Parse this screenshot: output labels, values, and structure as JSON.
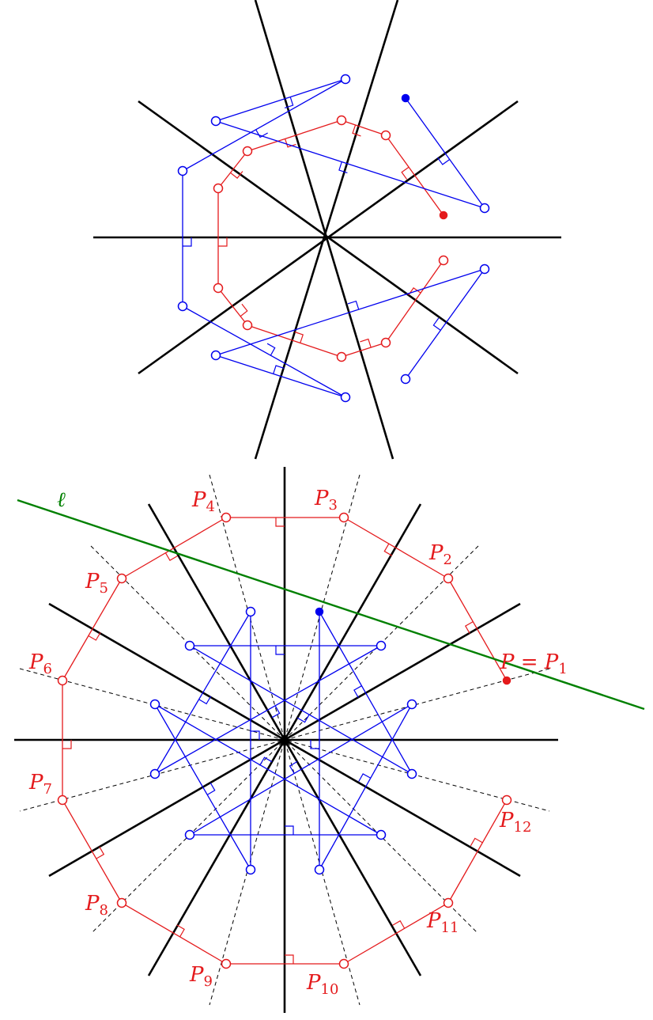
{
  "colors": {
    "mirror": "#000000",
    "red": "#e41a1c",
    "blue": "#0000ee",
    "green": "#008000"
  },
  "labels": {
    "line_l": "ℓ",
    "points": [
      {
        "main": "P = P",
        "sub": "1"
      },
      {
        "main": "P",
        "sub": "2"
      },
      {
        "main": "P",
        "sub": "3"
      },
      {
        "main": "P",
        "sub": "4"
      },
      {
        "main": "P",
        "sub": "5"
      },
      {
        "main": "P",
        "sub": "6"
      },
      {
        "main": "P",
        "sub": "7"
      },
      {
        "main": "P",
        "sub": "8"
      },
      {
        "main": "P",
        "sub": "9"
      },
      {
        "main": "P",
        "sub": "10"
      },
      {
        "main": "P",
        "sub": "11"
      },
      {
        "main": "P",
        "sub": "12"
      }
    ]
  }
}
